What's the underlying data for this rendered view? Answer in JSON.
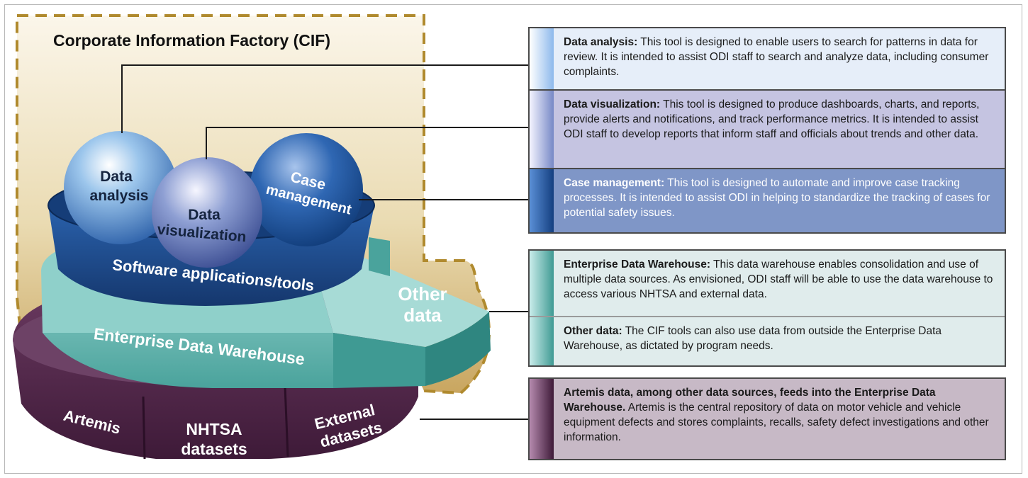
{
  "diagram": {
    "title": "Corporate Information Factory (CIF)",
    "spheres": {
      "data_analysis": [
        "Data",
        "analysis"
      ],
      "data_visualization": [
        "Data",
        "visualization"
      ],
      "case_management": [
        "Case",
        "management"
      ]
    },
    "layers": {
      "software": "Software applications/tools",
      "warehouse": "Enterprise Data Warehouse",
      "other_data": [
        "Other",
        "data"
      ],
      "artemis": "Artemis",
      "nhtsa": [
        "NHTSA",
        "datasets"
      ],
      "external": [
        "External",
        "datasets"
      ]
    },
    "colors": {
      "cif_border": "#b08a2e",
      "software_blue": "#1f4e8f",
      "warehouse_teal": "#62b3ad",
      "data_purple": "#4f2446"
    }
  },
  "descriptions": {
    "data_analysis": {
      "heading": "Data analysis:",
      "text": " This tool is designed to enable users to search for patterns in data for review. It is intended to assist ODI staff to search and analyze data, including consumer complaints."
    },
    "data_visualization": {
      "heading": "Data visualization:",
      "text": " This tool is designed to produce dashboards, charts, and reports, provide alerts and notifications, and track performance metrics. It is intended to assist ODI staff to develop reports that inform staff and officials about trends and other data."
    },
    "case_management": {
      "heading": "Case management:",
      "text": " This tool is designed to automate and improve case tracking processes. It is intended to assist ODI in helping to standardize the tracking of cases for potential safety issues."
    },
    "enterprise_data_warehouse": {
      "heading": "Enterprise Data Warehouse:",
      "text": " This data warehouse enables consolidation and use of multiple data sources. As envisioned, ODI staff will be able to use the data warehouse to access various NHTSA and external data."
    },
    "other_data": {
      "heading": "Other data:",
      "text": " The CIF tools can also use data from outside the Enterprise Data Warehouse, as dictated by program needs."
    },
    "artemis": {
      "heading": "Artemis data, among other data sources, feeds into the Enterprise Data Warehouse.",
      "text": " Artemis is the central repository of data on motor vehicle and vehicle equipment defects and stores complaints, recalls, safety defect investigations and other information."
    }
  }
}
